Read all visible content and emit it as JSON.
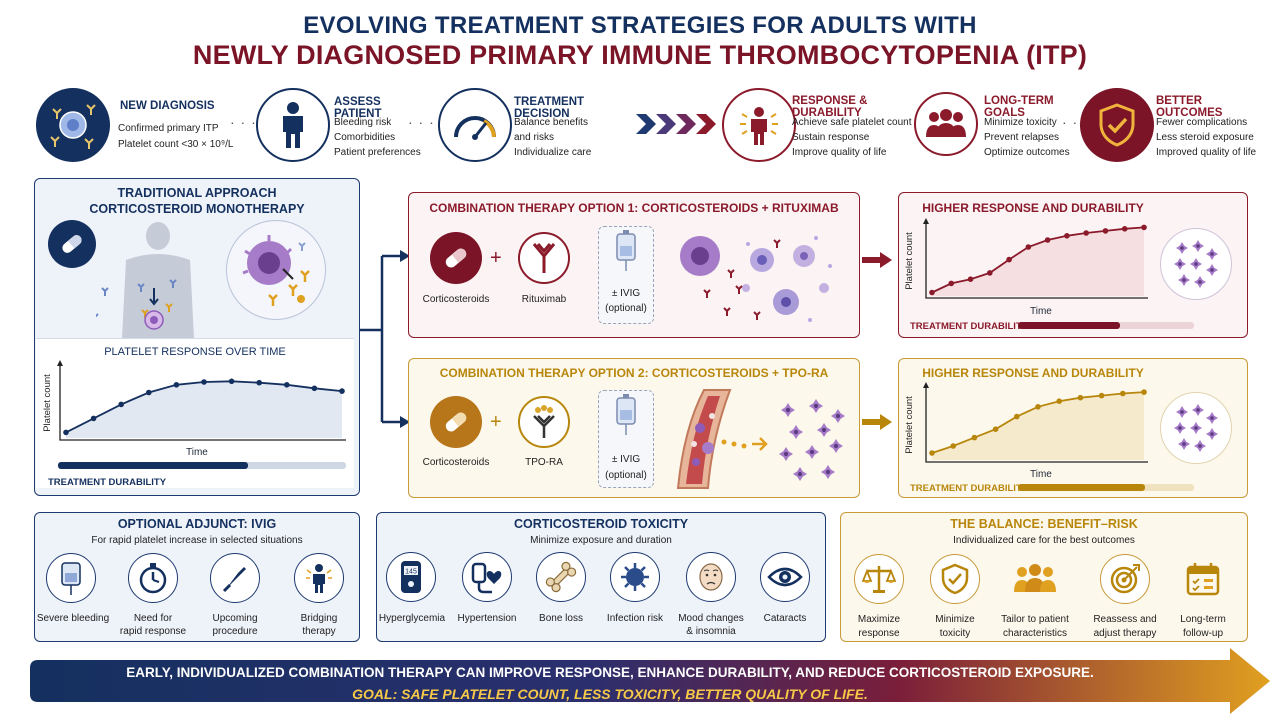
{
  "title": {
    "line1": "EVOLVING TREATMENT STRATEGIES FOR ADULTS WITH",
    "line2": "NEWLY DIAGNOSED PRIMARY IMMUNE THROMBOCYTOPENIA (ITP)"
  },
  "steps": [
    {
      "title": "NEW DIAGNOSIS",
      "lines": [
        "Confirmed primary ITP",
        "Platelet count <30 × 10⁹/L"
      ],
      "icon": "blood-cell-icon",
      "color": "#14305f"
    },
    {
      "title": "ASSESS PATIENT",
      "lines": [
        "Bleeding risk",
        "Comorbidities",
        "Patient preferences"
      ],
      "icon": "person-icon",
      "color": "#14305f"
    },
    {
      "title": "TREATMENT DECISION",
      "lines": [
        "Balance benefits",
        "and risks",
        "Individualize care"
      ],
      "icon": "gauge-icon",
      "color": "#14305f"
    },
    {
      "title": "RESPONSE & DURABILITY",
      "lines": [
        "Achieve safe platelet count",
        "Sustain response",
        "Improve quality of life"
      ],
      "icon": "body-response-icon",
      "color": "#8b1a2b"
    },
    {
      "title": "LONG-TERM GOALS",
      "lines": [
        "Minimize toxicity",
        "Prevent relapses",
        "Optimize outcomes"
      ],
      "icon": "group-icon",
      "color": "#8b1a2b"
    },
    {
      "title": "BETTER OUTCOMES",
      "lines": [
        "Fewer complications",
        "Less steroid exposure",
        "Improved quality of life"
      ],
      "icon": "shield-check-icon",
      "color": "#8b1a2b"
    }
  ],
  "traditional": {
    "title1": "TRADITIONAL APPROACH",
    "title2": "CORTICOSTEROID MONOTHERAPY",
    "chart_title": "PLATELET RESPONSE OVER TIME",
    "durability_label": "TREATMENT DURABILITY",
    "durability": 0.66
  },
  "option1": {
    "title": "COMBINATION THERAPY OPTION 1: CORTICOSTEROIDS + RITUXIMAB",
    "drug1": "Corticosteroids",
    "drug2": "Rituximab",
    "ivig_line1": "± IVIG",
    "ivig_line2": "(optional)",
    "result_title": "HIGHER RESPONSE AND DURABILITY",
    "durability_label": "TREATMENT DURABILITY",
    "durability": 0.58,
    "color": "#8b1a2b"
  },
  "option2": {
    "title": "COMBINATION THERAPY OPTION 2: CORTICOSTEROIDS + TPO-RA",
    "drug1": "Corticosteroids",
    "drug2": "TPO-RA",
    "ivig_line1": "± IVIG",
    "ivig_line2": "(optional)",
    "result_title": "HIGHER RESPONSE AND DURABILITY",
    "durability_label": "TREATMENT DURABILITY",
    "durability": 0.72,
    "color": "#b8860b"
  },
  "chart_data": [
    {
      "type": "line",
      "title": "PLATELET RESPONSE OVER TIME",
      "xlabel": "Time",
      "ylabel": "Platelet count",
      "series": [
        {
          "values": [
            0.08,
            0.28,
            0.48,
            0.65,
            0.76,
            0.8,
            0.81,
            0.79,
            0.76,
            0.71,
            0.67
          ]
        }
      ],
      "ylim": [
        0,
        1
      ]
    },
    {
      "type": "line",
      "title": "",
      "xlabel": "Time",
      "ylabel": "Platelet count",
      "series": [
        {
          "values": [
            0.05,
            0.18,
            0.24,
            0.33,
            0.52,
            0.7,
            0.8,
            0.86,
            0.9,
            0.93,
            0.96,
            0.98
          ]
        }
      ],
      "ylim": [
        0,
        1
      ]
    },
    {
      "type": "line",
      "title": "",
      "xlabel": "Time",
      "ylabel": "Platelet count",
      "series": [
        {
          "values": [
            0.1,
            0.2,
            0.32,
            0.44,
            0.62,
            0.76,
            0.84,
            0.89,
            0.92,
            0.95,
            0.97
          ]
        }
      ],
      "ylim": [
        0,
        1
      ]
    }
  ],
  "adjunct": {
    "title": "OPTIONAL ADJUNCT: IVIG",
    "subtitle": "For rapid platelet increase in selected situations",
    "items": [
      {
        "label1": "Severe bleeding",
        "label2": "",
        "icon": "iv-bag-icon"
      },
      {
        "label1": "Need for",
        "label2": "rapid response",
        "icon": "stopwatch-icon"
      },
      {
        "label1": "Upcoming",
        "label2": "procedure",
        "icon": "scalpel-icon"
      },
      {
        "label1": "Bridging",
        "label2": "therapy",
        "icon": "person-bridge-icon"
      }
    ]
  },
  "toxicity": {
    "title": "CORTICOSTEROID TOXICITY",
    "subtitle": "Minimize exposure and duration",
    "items": [
      {
        "label1": "Hyperglycemia",
        "label2": "",
        "icon": "glucometer-icon",
        "glucose": "145"
      },
      {
        "label1": "Hypertension",
        "label2": "",
        "icon": "heart-cuff-icon"
      },
      {
        "label1": "Bone loss",
        "label2": "",
        "icon": "bone-icon"
      },
      {
        "label1": "Infection risk",
        "label2": "",
        "icon": "virus-icon"
      },
      {
        "label1": "Mood changes",
        "label2": "& insomnia",
        "icon": "face-icon"
      },
      {
        "label1": "Cataracts",
        "label2": "",
        "icon": "eye-icon"
      }
    ]
  },
  "balance": {
    "title": "THE BALANCE: BENEFIT–RISK",
    "subtitle": "Individualized care for the best outcomes",
    "items": [
      {
        "label1": "Maximize",
        "label2": "response",
        "icon": "scale-icon"
      },
      {
        "label1": "Minimize",
        "label2": "toxicity",
        "icon": "shield-icon"
      },
      {
        "label1": "Tailor to patient",
        "label2": "characteristics",
        "icon": "people-icon"
      },
      {
        "label1": "Reassess and",
        "label2": "adjust therapy",
        "icon": "target-icon"
      },
      {
        "label1": "Long-term",
        "label2": "follow-up",
        "icon": "calendar-icon"
      }
    ]
  },
  "footer": {
    "line1": "EARLY, INDIVIDUALIZED COMBINATION THERAPY CAN IMPROVE RESPONSE, ENHANCE DURABILITY, AND REDUCE CORTICOSTEROID EXPOSURE.",
    "line2": "GOAL: SAFE PLATELET COUNT, LESS TOXICITY, BETTER QUALITY OF LIFE."
  }
}
